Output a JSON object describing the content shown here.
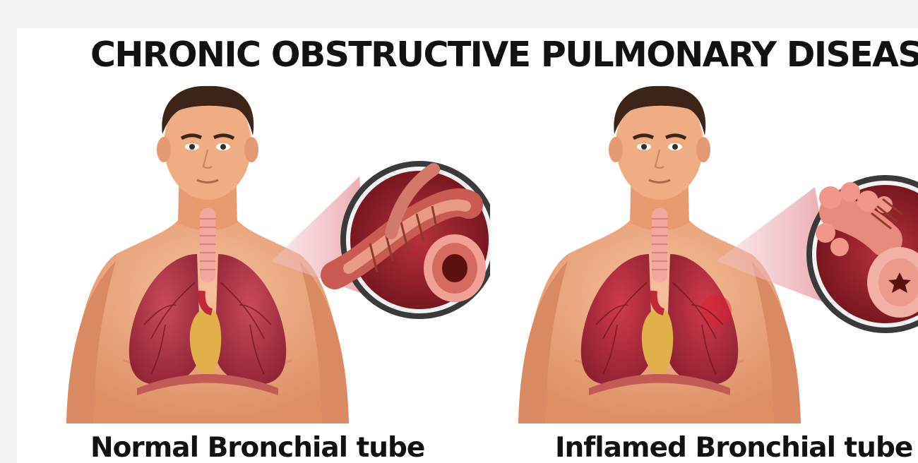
{
  "title": "CHRONIC OBSTRUCTIVE PULMONARY DISEASE",
  "panels": [
    {
      "caption": "Normal Bronchial tube",
      "state": "normal"
    },
    {
      "caption": "Inflamed Bronchial tube",
      "state": "inflamed"
    }
  ],
  "colors": {
    "skin": "#efa77f",
    "skin_shadow": "#d98a62",
    "hair": "#3c2418",
    "lung": "#b8394a",
    "lung_dark": "#8c2233",
    "heart": "#e2b04a",
    "airway": "#f3a7a0",
    "bronchus_bg": "#8e1a24",
    "lens_ring": "#2a2a2a"
  }
}
